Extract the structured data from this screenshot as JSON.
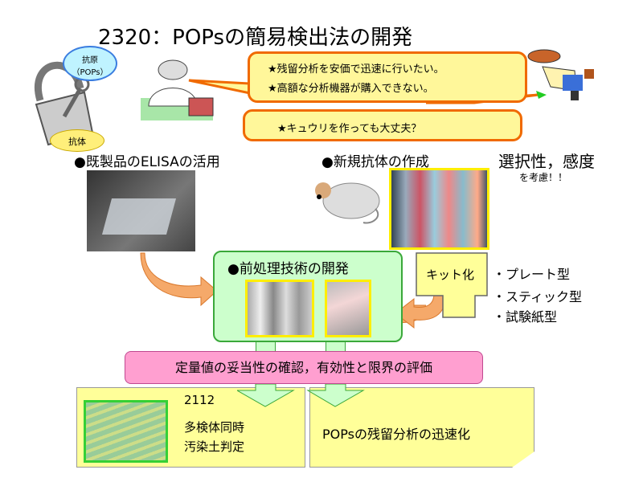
{
  "title": "2320：POPsの簡易検出法の開発",
  "lock": {
    "antigen_label": "抗原",
    "antigen_sub": "（POPs）",
    "antibody_label": "抗体"
  },
  "speech": {
    "line1": "★残留分析を安価で迅速に行いたい。",
    "line2": "★高額な分析機器が購入できない。",
    "line3": "★キュウリを作っても大丈夫？"
  },
  "sections": {
    "elisa": "●既製品のELISAの活用",
    "antibody": "●新規抗体の作成",
    "selectivity": "選択性，感度",
    "consider": "を考慮！！",
    "pretreatment": "●前処理技術の開発",
    "kit": "キット化"
  },
  "kit_types": [
    "・プレート型",
    "・スティック型",
    "・試験紙型"
  ],
  "evaluation": "定量値の妥当性の確認，有効性と限界の評価",
  "outcomes": {
    "left_number": "2112",
    "left_line1": "多検体同時",
    "left_line2": "汚染土判定",
    "right": "POPsの残留分析の迅速化"
  },
  "colors": {
    "bubble_fill": "#fff79a",
    "bubble_border": "#f06a00",
    "green_box": "#ccffcc",
    "pink_bar": "#ff9fd0",
    "arrow": "#f5a96a"
  }
}
